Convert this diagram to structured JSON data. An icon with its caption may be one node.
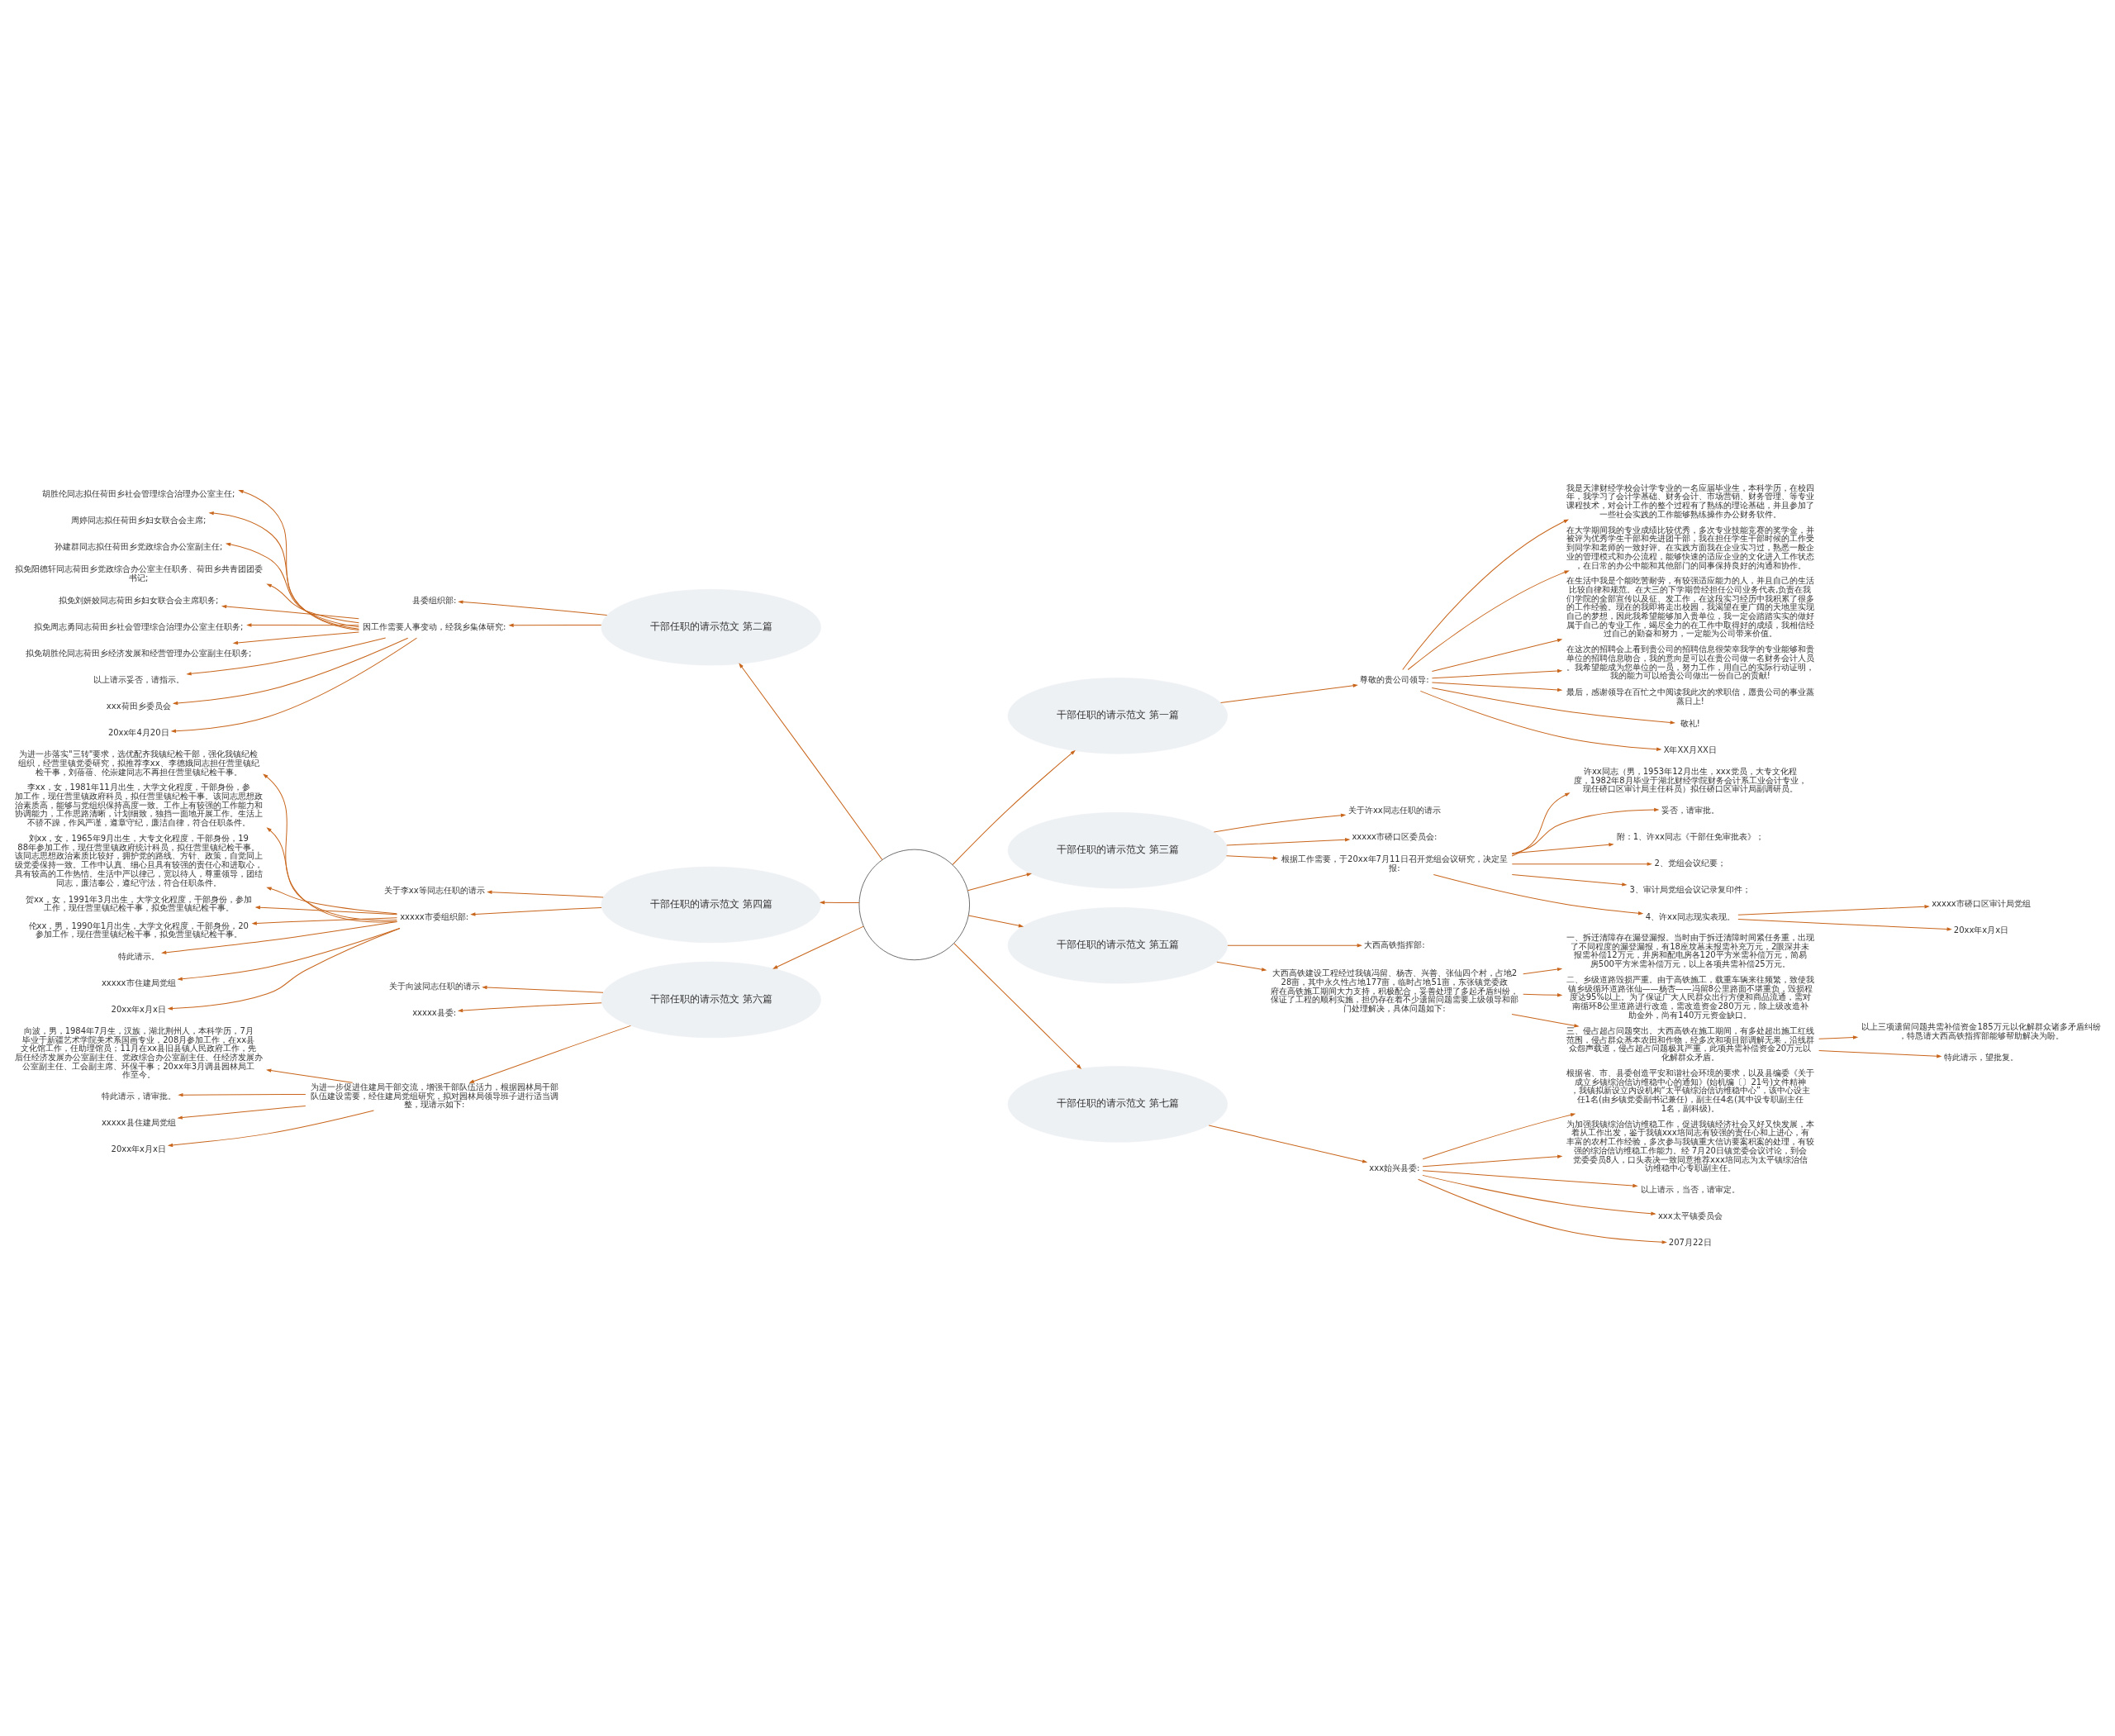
{
  "diagram": {
    "nodes": [
      {
        "text": [],
        "shape": "circle"
      },
      {
        "text": [
          "干部任职的请示范文 第一篇"
        ]
      },
      {
        "text": [
          "尊敬的贵公司领导:"
        ]
      },
      {
        "text": [
          "我是天津财经学校会计学专业的一名应届毕业生，本科学历，在校四年，我学习了会计学基础、财务会计、市场营销、财务管理、等专业课程技术，对会计工作的整个过程有了熟练的理论基础，并且参加了一些社会实践的工作能够熟练操作办公财务软件。"
        ]
      },
      {
        "text": [
          "在大学期间我的专业成绩比较优秀，多次专业技能竞赛的奖学金，并被评为优秀学生干部和先进团干部，我在担任学生干部时候的工作受到同学和老师的一致好评。在实践方面我在企业实习过，熟悉一般企业的管理模式和办公流程，能够快速的适应企业的文化进入工作状态，在日常的办公中能和其他部门的同事保持良好的沟通和协作。"
        ]
      },
      {
        "text": [
          "在生活中我是个能吃苦耐劳，有较强适应能力的人，并且自己的生活比较自律和规范。在大三的下学期曾经担任公司业务代表,负责在我们学院的全部宣传以及征、发工作，在这段实习经历中我积累了很多的工作经验。现在的我即将走出校园，我渴望在更广阔的天地里实现自己的梦想，因此我希望能够加入贵单位，我一定会踏踏实实的做好属于自己的专业工作，竭尽全力的在工作中取得好的成绩，我相信经过自己的勤奋和努力，一定能为公司带来价值。"
        ]
      },
      {
        "text": [
          "在这次的招聘会上看到贵公司的招聘信息很荣幸我学的专业能够和贵单位的招聘信息吻合，我的意向是可以在贵公司做一名财务会计人员。我希望能成为您单位的一员，努力工作，用自己的实际行动证明，我的能力可以给贵公司做出一份自己的贡献!"
        ]
      },
      {
        "text": [
          "最后，感谢领导在百忙之中阅读我此次的求职信，愿贵公司的事业蒸蒸日上!"
        ]
      },
      {
        "text": [
          "敬礼!"
        ]
      },
      {
        "text": [
          "X年XX月XX日"
        ]
      },
      {
        "text": [
          "干部任职的请示范文 第三篇"
        ]
      },
      {
        "text": [
          "关于许xx同志任职的请示"
        ]
      },
      {
        "text": [
          "xxxxx市硚口区委员会:"
        ]
      },
      {
        "text": [
          "根据工作需要，于20xx年7月11日召开党组会议研究，决定呈报:"
        ]
      },
      {
        "text": [
          "许xx同志（男，1953年12月出生，xxx党员，大专文化程度，1982年8月毕业于湖北财经学院财务会计系工业会计专业，现任硚口区审计局主任科员）拟任硚口区审计局副调研员。"
        ]
      },
      {
        "text": [
          "妥否，请审批。"
        ]
      },
      {
        "text": [
          "附：1、许xx同志《干部任免审批表》；"
        ]
      },
      {
        "text": [
          "2、党组会议纪要；"
        ]
      },
      {
        "text": [
          "3、审计局党组会议记录复印件；"
        ]
      },
      {
        "text": [
          "4、许xx同志现实表现。"
        ]
      },
      {
        "text": [
          "xxxxx市硚口区审计局党组"
        ]
      },
      {
        "text": [
          "20xx年x月x日"
        ]
      },
      {
        "text": [
          "干部任职的请示范文 第五篇"
        ]
      },
      {
        "text": [
          "大西高铁指挥部:"
        ]
      },
      {
        "text": [
          "大西高铁建设工程经过我镇冯留、杨杏、兴善、张仙四个村，占地228亩，其中永久性占地177亩，临时占地51亩，东张镇党委政府在高铁施工期间大力支持，积极配合，妥善处理了多起矛盾纠纷，保证了工程的顺利实施，担仍存在着不少遗留问题需要上级领导和部门处理解决，具体问题如下:"
        ]
      },
      {
        "text": [
          "一、拆迁清障存在漏登漏报。当时由于拆迁清障时间紧任务重，出现了不同程度的漏登漏报，有18座坟墓未报需补充万元，2眼深井未报需补偿12万元，井房和配电房各120平方米需补偿万元，简易房500平方米需补偿万元，以上各项共需补偿25万元。"
        ]
      },
      {
        "text": [
          "二、乡级道路毁损严重。由于高铁施工，载重车辆来往频繁，致使我镇乡级循环道路张仙——杨杏——冯留8公里路面不堪重负，毁损程度达95%以上。为了保证广大人民群众出行方便和商品流通，需对南循环8公里道路进行改造，需改造资金280万元，除上级改造补助金外，尚有140万元资金缺口。"
        ]
      },
      {
        "text": [
          "三、侵占超占问题突出。大西高铁在施工期间，有多处超出施工红线范围，侵占群众基本农田和作物，经多次和项目部调解无果，沿线群众怨声载道，侵占超占问题极其严重，此项共需补偿资金20万元以化解群众矛盾。"
        ]
      },
      {
        "text": [
          "以上三项遗留问题共需补偿资金185万元以化解群众诸多矛盾纠纷，特恳请大西高铁指挥部能够帮助解决为盼。"
        ]
      },
      {
        "text": [
          "特此请示，望批复。"
        ]
      },
      {
        "text": [
          "干部任职的请示范文 第七篇"
        ]
      },
      {
        "text": [
          "xxx始兴县委:"
        ]
      },
      {
        "text": [
          "根据省、市、县委创造平安和谐社会环境的要求，以及县编委《关于成立乡镇综治信访维稳中心的通知》(始机编〔〕21号)文件精神，我镇拟新设立内设机构“太平镇综治信访维稳中心”，该中心设主任1名(由乡镇党委副书记兼任)，副主任4名(其中设专职副主任1名，副科级)。"
        ]
      },
      {
        "text": [
          "为加强我镇综治信访维稳工作，促进我镇经济社会又好又快发展，本着从工作出发，鉴于我镇xxx培同志有较强的责任心和上进心，有丰富的农村工作经验，多次参与我镇重大信访要案积案的处理，有较强的综治信访维稳工作能力。经 7月20日镇党委会议讨论，到会党委委员8人，口头表决一致同意推荐xxx培同志为太平镇综治信访维稳中心专职副主任。"
        ]
      },
      {
        "text": [
          "以上请示，当否，请审定。"
        ]
      },
      {
        "text": [
          "xxx太平镇委员会"
        ]
      },
      {
        "text": [
          "207月22日"
        ]
      },
      {
        "text": [
          "干部任职的请示范文 第二篇"
        ]
      },
      {
        "text": [
          "县委组织部:"
        ]
      },
      {
        "text": [
          "因工作需要人事变动，经我乡集体研究:"
        ]
      },
      {
        "text": [
          "胡胜伦同志拟任荷田乡社会管理综合治理办公室主任;"
        ]
      },
      {
        "text": [
          "周婷同志拟任荷田乡妇女联合会主席;"
        ]
      },
      {
        "text": [
          "孙建群同志拟任荷田乡党政综合办公室副主任;"
        ]
      },
      {
        "text": [
          "拟免阳德轩同志荷田乡党政综合办公室主任职务、荷田乡共青团团委书记;"
        ]
      },
      {
        "text": [
          "拟免刘妍姣同志荷田乡妇女联合会主席职务;"
        ]
      },
      {
        "text": [
          "拟免周志勇同志荷田乡社会管理综合治理办公室主任职务;"
        ]
      },
      {
        "text": [
          "拟免胡胜伦同志荷田乡经济发展和经营管理办公室副主任职务;"
        ]
      },
      {
        "text": [
          "以上请示妥否，请指示。"
        ]
      },
      {
        "text": [
          "xxx荷田乡委员会"
        ]
      },
      {
        "text": [
          "20xx年4月20日"
        ]
      },
      {
        "text": [
          "干部任职的请示范文 第四篇"
        ]
      },
      {
        "text": [
          "关于李xx等同志任职的请示"
        ]
      },
      {
        "text": [
          "xxxxx市委组织部:"
        ]
      },
      {
        "text": [
          "为进一步落实\"三转\"要求，选优配齐我镇纪检干部，强化我镇纪检组织，经营里镇党委研究，拟推荐李xx、李德娥同志担任营里镇纪检干事，刘蓓蓓、伦崇建同志不再担任营里镇纪检干事。"
        ]
      },
      {
        "text": [
          "李xx，女，1981年11月出生，大学文化程度，干部身份，参加工作，现任营里镇政府科员，拟任营里镇纪检干事。该同志思想政治素质高，能够与党组织保持高度一致。工作上有较强的工作能力和协调能力，工作思路清晰，计划细致，独挡一面地开展工作。生活上不骄不躁，作风严谨，遵章守纪，廉洁自律，符合任职条件。"
        ]
      },
      {
        "text": [
          "刘xx，女，1965年9月出生，大专文化程度，干部身份，1988年参加工作，现任营里镇政府统计科员，拟任营里镇纪检干事。该同志思想政治素质比较好，拥护党的路线、方针、政策，自觉同上级党委保持一致。工作中认真、细心且具有较强的责任心和进取心，具有较高的工作热情。生活中严以律己，宽以待人，尊重领导，团结同志，廉洁奉公，遵纪守法，符合任职条件。"
        ]
      },
      {
        "text": [
          "贺xx，女，1991年3月出生，大学文化程度，干部身份，参加工作，现任营里镇纪检干事，拟免营里镇纪检干事。"
        ]
      },
      {
        "text": [
          "伦xx，男，1990年1月出生，大学文化程度，干部身份，20参加工作，现任营里镇纪检干事，拟免营里镇纪检干事。"
        ]
      },
      {
        "text": [
          "特此请示。"
        ]
      },
      {
        "text": [
          "xxxxx市住建局党组"
        ]
      },
      {
        "text": [
          "20xx年x月x日"
        ]
      },
      {
        "text": [
          "干部任职的请示范文 第六篇"
        ]
      },
      {
        "text": [
          "关于向波同志任职的请示"
        ]
      },
      {
        "text": [
          "xxxxx县委:"
        ]
      },
      {
        "text": [
          "为进一步促进住建局干部交流，增强干部队伍活力，根据园林局干部队伍建设需要，经住建局党组研究，拟对园林局领导班子进行适当调整，现请示如下:"
        ]
      },
      {
        "text": [
          "向波，男，1984年7月生，汉族，湖北荆州人，本科学历，7月毕业于新疆艺术学院美术系国画专业，208月参加工作，在xx县文化馆工作，任助理馆员；11月在xx县旧县镇人民政府工作，先后任经济发展办公室副主任、党政综合办公室副主任、任经济发展办公室副主任、工会副主席、环保干事；20xx年3月调县园林局工作至今。"
        ]
      },
      {
        "text": [
          "特此请示，请审批。"
        ]
      },
      {
        "text": [
          "xxxxx县住建局党组"
        ]
      },
      {
        "text": [
          "20xx年x月x日"
        ]
      }
    ],
    "edges": [
      {
        "from": 0,
        "to": 1,
        "arrow": "to"
      },
      {
        "from": 1,
        "to": 2,
        "arrow": "to"
      },
      {
        "from": 2,
        "to": 3,
        "arrow": "to"
      },
      {
        "from": 2,
        "to": 4,
        "arrow": "to"
      },
      {
        "from": 2,
        "to": 5,
        "arrow": "to"
      },
      {
        "from": 2,
        "to": 6,
        "arrow": "to"
      },
      {
        "from": 2,
        "to": 7,
        "arrow": "to"
      },
      {
        "from": 2,
        "to": 8,
        "arrow": "to"
      },
      {
        "from": 2,
        "to": 9,
        "arrow": "to"
      },
      {
        "from": 0,
        "to": 10,
        "arrow": "to"
      },
      {
        "from": 10,
        "to": 11,
        "arrow": "to"
      },
      {
        "from": 10,
        "to": 12,
        "arrow": "to"
      },
      {
        "from": 10,
        "to": 13,
        "arrow": "to"
      },
      {
        "from": 13,
        "to": 14,
        "arrow": "to"
      },
      {
        "from": 13,
        "to": 15,
        "arrow": "to"
      },
      {
        "from": 13,
        "to": 16,
        "arrow": "to"
      },
      {
        "from": 13,
        "to": 17,
        "arrow": "to"
      },
      {
        "from": 13,
        "to": 18,
        "arrow": "to"
      },
      {
        "from": 13,
        "to": 19,
        "arrow": "to"
      },
      {
        "from": 19,
        "to": 20,
        "arrow": "to"
      },
      {
        "from": 19,
        "to": 21,
        "arrow": "to"
      },
      {
        "from": 0,
        "to": 22,
        "arrow": "to"
      },
      {
        "from": 22,
        "to": 23,
        "arrow": "to"
      },
      {
        "from": 22,
        "to": 24,
        "arrow": "to"
      },
      {
        "from": 24,
        "to": 25,
        "arrow": "to"
      },
      {
        "from": 24,
        "to": 26,
        "arrow": "to"
      },
      {
        "from": 24,
        "to": 27,
        "arrow": "to"
      },
      {
        "from": 27,
        "to": 28,
        "arrow": "to"
      },
      {
        "from": 27,
        "to": 29,
        "arrow": "to"
      },
      {
        "from": 0,
        "to": 30,
        "arrow": "to"
      },
      {
        "from": 30,
        "to": 31,
        "arrow": "to"
      },
      {
        "from": 31,
        "to": 32,
        "arrow": "to"
      },
      {
        "from": 31,
        "to": 33,
        "arrow": "to"
      },
      {
        "from": 31,
        "to": 34,
        "arrow": "to"
      },
      {
        "from": 31,
        "to": 35,
        "arrow": "to"
      },
      {
        "from": 31,
        "to": 36,
        "arrow": "to"
      },
      {
        "from": 0,
        "to": 37,
        "arrow": "to"
      },
      {
        "from": 37,
        "to": 38,
        "arrow": "to"
      },
      {
        "from": 37,
        "to": 39,
        "arrow": "to"
      },
      {
        "from": 39,
        "to": 40,
        "arrow": "to"
      },
      {
        "from": 39,
        "to": 41,
        "arrow": "to"
      },
      {
        "from": 39,
        "to": 42,
        "arrow": "to"
      },
      {
        "from": 39,
        "to": 43,
        "arrow": "to"
      },
      {
        "from": 39,
        "to": 44,
        "arrow": "to"
      },
      {
        "from": 39,
        "to": 45,
        "arrow": "to"
      },
      {
        "from": 39,
        "to": 46,
        "arrow": "to"
      },
      {
        "from": 39,
        "to": 47,
        "arrow": "to"
      },
      {
        "from": 39,
        "to": 48,
        "arrow": "to"
      },
      {
        "from": 39,
        "to": 49,
        "arrow": "to"
      },
      {
        "from": 0,
        "to": 50,
        "arrow": "to"
      },
      {
        "from": 50,
        "to": 51,
        "arrow": "to"
      },
      {
        "from": 50,
        "to": 52,
        "arrow": "to"
      },
      {
        "from": 52,
        "to": 53,
        "arrow": "to"
      },
      {
        "from": 52,
        "to": 54,
        "arrow": "to"
      },
      {
        "from": 52,
        "to": 55,
        "arrow": "to"
      },
      {
        "from": 52,
        "to": 56,
        "arrow": "to"
      },
      {
        "from": 52,
        "to": 57,
        "arrow": "to"
      },
      {
        "from": 52,
        "to": 58,
        "arrow": "to"
      },
      {
        "from": 52,
        "to": 59,
        "arrow": "to"
      },
      {
        "from": 52,
        "to": 60,
        "arrow": "to"
      },
      {
        "from": 0,
        "to": 61,
        "arrow": "to"
      },
      {
        "from": 61,
        "to": 62,
        "arrow": "to"
      },
      {
        "from": 61,
        "to": 63,
        "arrow": "to"
      },
      {
        "from": 61,
        "to": 64,
        "arrow": "to"
      },
      {
        "from": 64,
        "to": 65,
        "arrow": "to"
      },
      {
        "from": 64,
        "to": 66,
        "arrow": "to"
      },
      {
        "from": 64,
        "to": 67,
        "arrow": "to"
      },
      {
        "from": 64,
        "to": 68,
        "arrow": "to"
      }
    ]
  }
}
